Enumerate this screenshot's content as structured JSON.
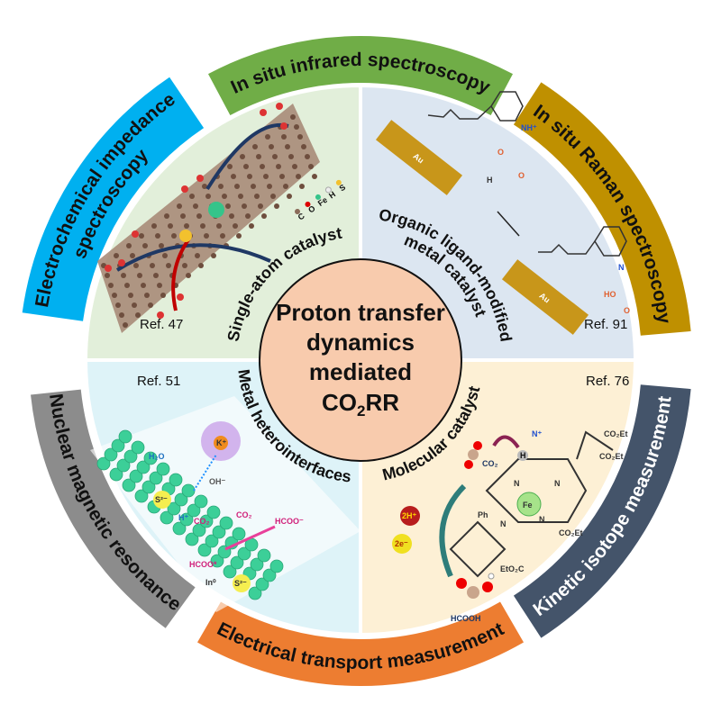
{
  "center": {
    "lines": [
      "Proton transfer",
      "dynamics",
      "mediated"
    ],
    "formula": {
      "main": "CO",
      "sub": "2",
      "suffix": "RR"
    },
    "fill": "#f8cbad"
  },
  "techniques": [
    {
      "id": "infrared",
      "lines": [
        "In situ infrared spectroscopy"
      ],
      "color": "#70ad47",
      "text_color": "#111111"
    },
    {
      "id": "impedance",
      "lines": [
        "Electrochemical impedance",
        "spectroscopy"
      ],
      "color": "#00b0f0",
      "text_color": "#111111"
    },
    {
      "id": "raman",
      "lines": [
        "In situ Raman spectroscopy"
      ],
      "color": "#bf9000",
      "text_color": "#111111"
    },
    {
      "id": "nmr",
      "lines": [
        "Nuclear magnetic resonance"
      ],
      "color": "#8c8c8c",
      "text_color": "#111111"
    },
    {
      "id": "transport",
      "lines": [
        "Electrical transport measurement"
      ],
      "color": "#ed7d31",
      "text_color": "#111111"
    },
    {
      "id": "kie",
      "lines": [
        "Kinetic isotope measurement"
      ],
      "color": "#44546a",
      "text_color": "#ffffff"
    }
  ],
  "quadrants": {
    "single_atom": {
      "title": [
        "Single-atom catalyst"
      ],
      "ref": "Ref. 47",
      "fill": "#e2efda",
      "legend": [
        "C",
        "O",
        "Fe",
        "H",
        "S"
      ]
    },
    "organic_ligand": {
      "title": [
        "Organic ligand-modified",
        "metal catalyst"
      ],
      "ref": "Ref. 91",
      "fill": "#dce6f1",
      "labels": {
        "au": "Au",
        "nh": "NH⁺",
        "n": "N",
        "o": "O",
        "h": "H",
        "ho": "HO"
      }
    },
    "heterointerface": {
      "title": [
        "Metal heterointerfaces"
      ],
      "ref": "Ref. 51",
      "fill": "#def3f8",
      "labels": {
        "h2o": "H₂O",
        "k": "K⁺",
        "oh": "OH⁻",
        "s1": "S²⁻",
        "h": "H⁺",
        "co2a": "CO₂",
        "co2b": "CO₂",
        "hcoo1": "HCOO⁻",
        "hcoo2": "HCOO*",
        "in": "In⁰",
        "s2": "S²⁻"
      }
    },
    "molecular": {
      "title": [
        "Molecular catalyst"
      ],
      "ref": "Ref. 76",
      "fill": "#fdf0d5",
      "labels": {
        "co2": "CO₂",
        "fe": "Fe",
        "ph": "Ph",
        "n": "N",
        "nplus": "N⁺",
        "h": "H",
        "ester1": "CO₂Et",
        "ester2": "CO₂Et",
        "ester3": "CO₂Et",
        "ester4": "EtO₂C",
        "proton": "2H⁺",
        "electron": "2e⁻",
        "hcooh": "HCOOH"
      }
    }
  }
}
